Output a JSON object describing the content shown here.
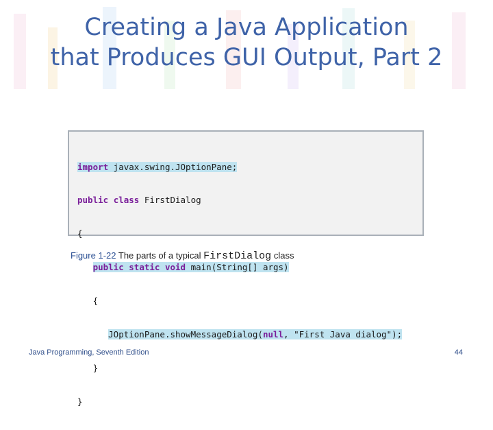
{
  "slide": {
    "title_line1": "Creating a Java Application",
    "title_line2": "that Produces GUI Output, Part 2",
    "code": {
      "line1_kw": "import",
      "line1_rest": " javax.swing.JOptionPane;",
      "line2_kw1": "public",
      "line2_sp": " ",
      "line2_kw2": "class",
      "line2_rest": " FirstDialog",
      "line3": "{",
      "line4_indent": "   ",
      "line4_kw1": "public",
      "line4_kw2": "static",
      "line4_kw3": "void",
      "line4_rest": " main(String[] args)",
      "line5": "   {",
      "line6_indent": "      ",
      "line6_pre": "JOptionPane.showMessageDialog(",
      "line6_kw": "null",
      "line6_post": ", \"First Java dialog\");",
      "line7": "   }",
      "line8": "}"
    },
    "caption": {
      "figure_number": "Figure 1-22",
      "text_before": "The parts of a typical",
      "class_name": "FirstDialog",
      "text_after": "class"
    },
    "footer": {
      "book": "Java Programming, Seventh Edition",
      "page": "44"
    }
  }
}
